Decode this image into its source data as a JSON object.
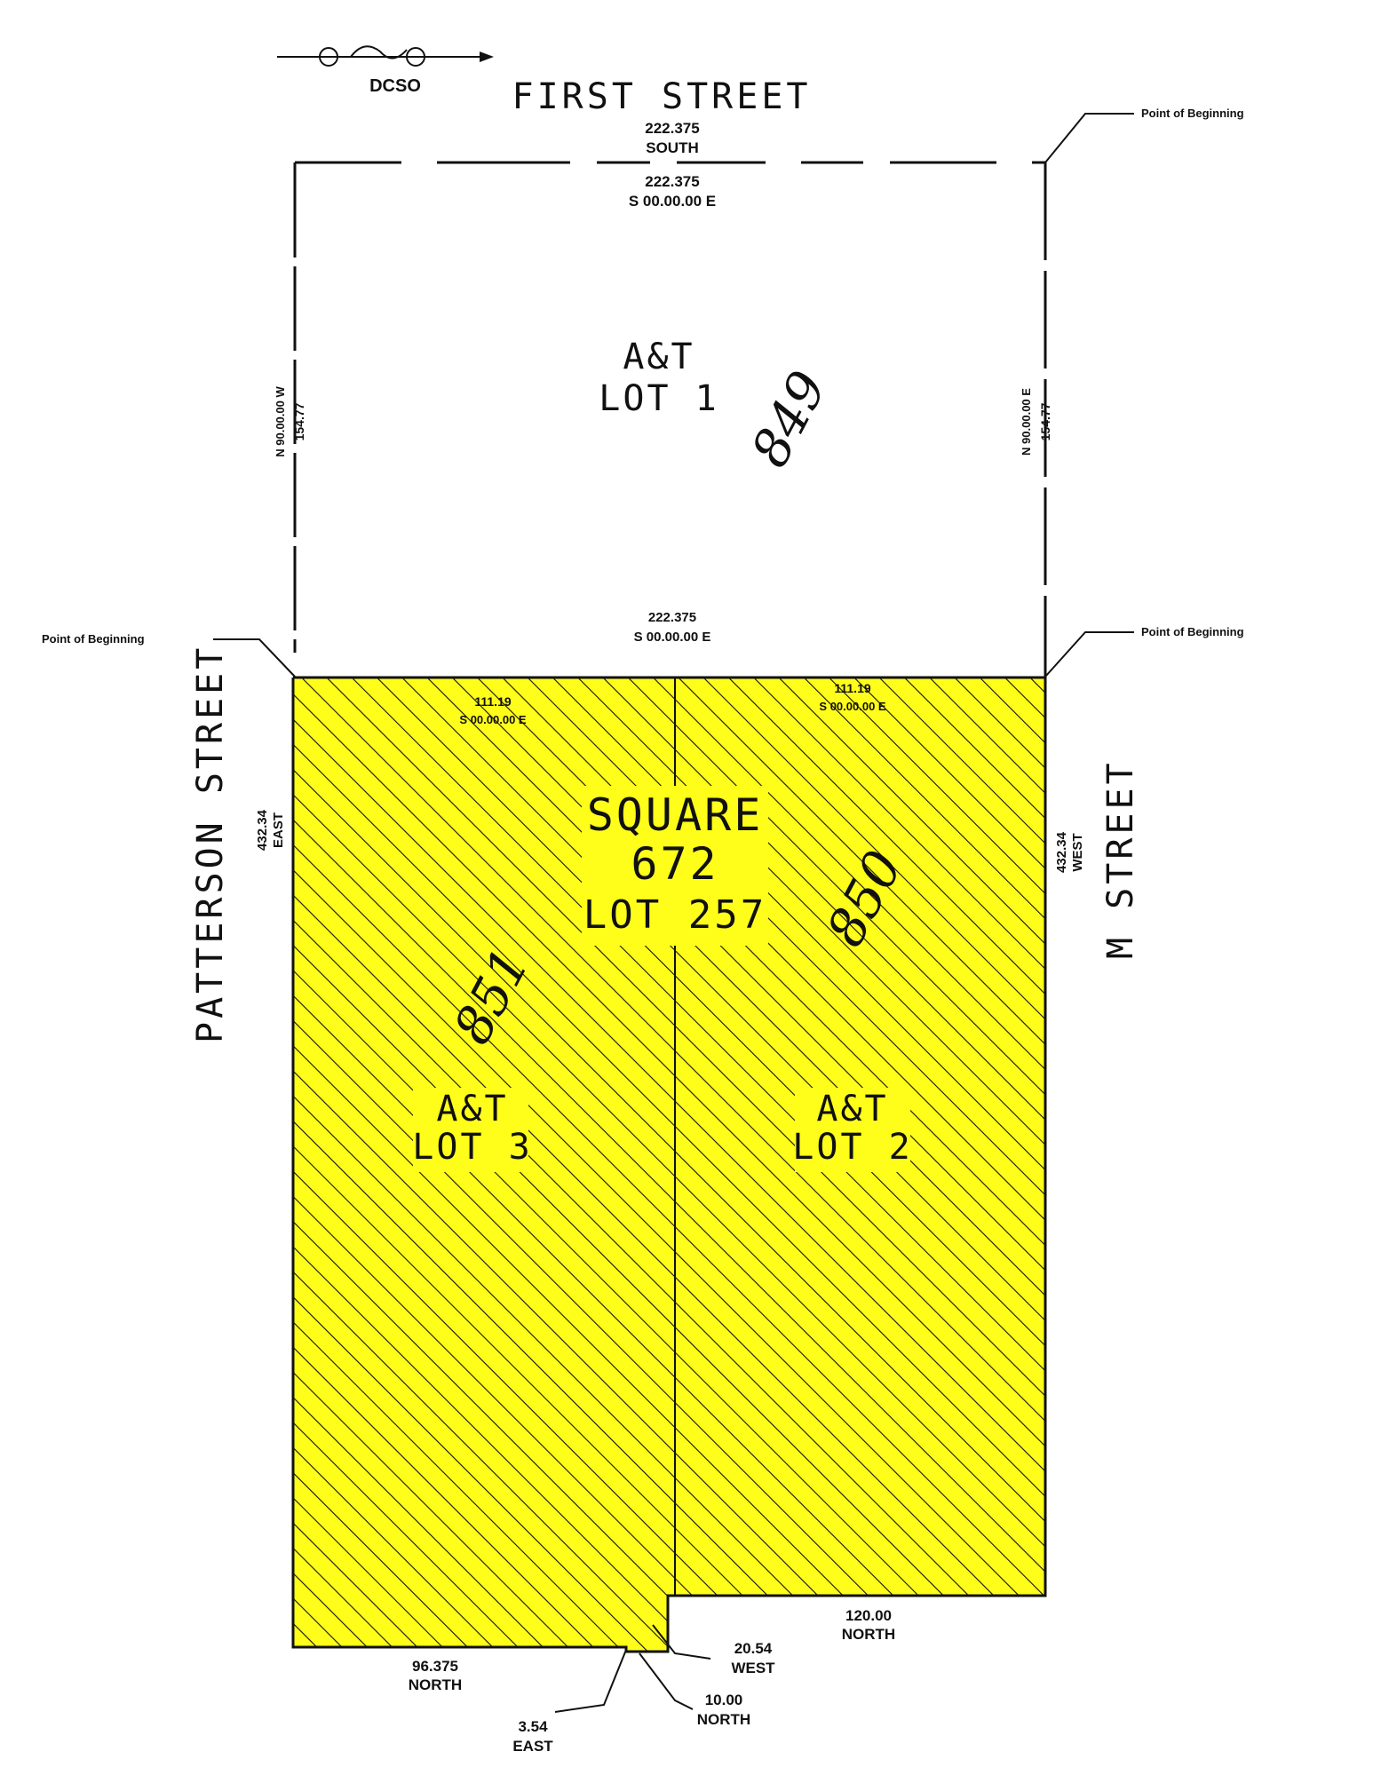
{
  "streets": {
    "north": "FIRST STREET",
    "west": "PATTERSON STREET",
    "east": "M STREET"
  },
  "logo": "DCSO",
  "markers": {
    "point_of_beginning": "Point of Beginning"
  },
  "lots": {
    "lot1": {
      "line1": "A&T",
      "line2": "LOT 1",
      "hand": "849"
    },
    "square": {
      "line1": "SQUARE",
      "line2": "672",
      "line3": "LOT 257"
    },
    "lot3": {
      "line1": "A&T",
      "line2": "LOT 3",
      "hand": "851"
    },
    "lot2": {
      "line1": "A&T",
      "line2": "LOT 2",
      "hand": "850"
    }
  },
  "dimensions": {
    "top_len": "222.375",
    "top_dir": "SOUTH",
    "top_inner_len": "222.375",
    "top_inner_brg": "S 00.00.00 E",
    "mid_len": "222.375",
    "mid_brg": "S 00.00.00 E",
    "lot1_west": "154.77",
    "lot1_west_brg": "N 90.00.00 W",
    "lot1_east": "154.77",
    "lot1_east_brg": "N 90.00.00 E",
    "lot3_north": "111.19",
    "lot3_north_brg": "S 00.00.00 E",
    "lot2_north": "111.19",
    "lot2_north_brg": "S 00.00.00 E",
    "west_len": "432.34",
    "west_dir": "EAST",
    "east_len": "432.34",
    "east_dir": "WEST",
    "bottom_west_len": "96.375",
    "bottom_west_dir": "NORTH",
    "bottom_east_len": "120.00",
    "bottom_east_dir": "NORTH",
    "notch_east_len": "3.54",
    "notch_east_dir": "EAST",
    "notch_west_len": "20.54",
    "notch_west_dir": "WEST",
    "notch_north_len": "10.00",
    "notch_north_dir": "NORTH"
  }
}
